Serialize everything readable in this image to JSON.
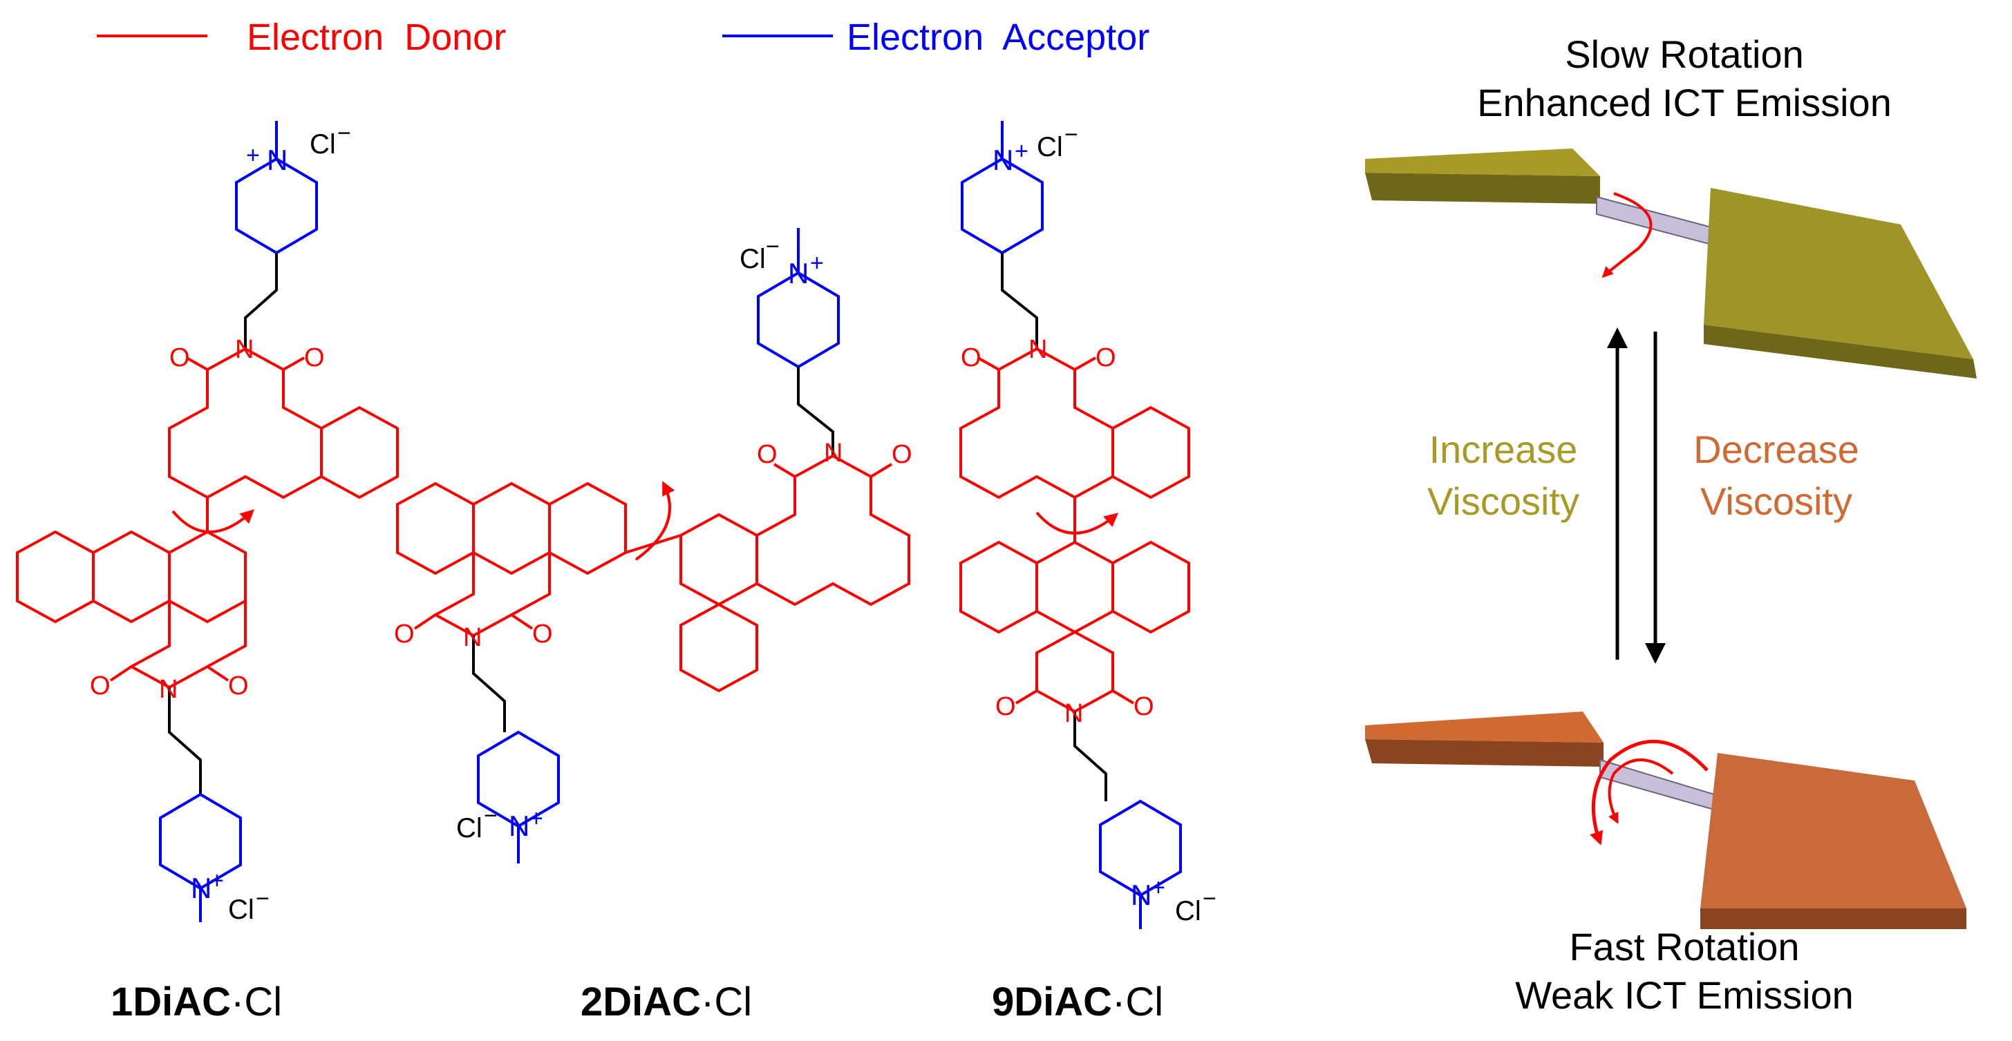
{
  "legend": {
    "donor": {
      "label": "Electron  Donor",
      "color": "#ff0000"
    },
    "acceptor": {
      "label": "Electron  Acceptor",
      "color": "#0000ff"
    }
  },
  "atoms": {
    "nitrogen": "N",
    "oxygen": "O",
    "chloride": "Cl",
    "plus": "+",
    "minus": "−"
  },
  "compounds": [
    {
      "bold": "1DiAC",
      "suffix": "·Cl"
    },
    {
      "bold": "2DiAC",
      "suffix": "·Cl"
    },
    {
      "bold": "9DiAC",
      "suffix": "·Cl"
    }
  ],
  "scheme": {
    "top_line1": "Slow Rotation",
    "top_line2": "Enhanced ICT Emission",
    "bottom_line1": "Fast Rotation",
    "bottom_line2": "Weak ICT Emission",
    "increase_line1": "Increase",
    "increase_line2": "Viscosity",
    "decrease_line1": "Decrease",
    "decrease_line2": "Viscosity"
  },
  "colors": {
    "donor": "#ff0000",
    "acceptor": "#0000ff",
    "bond": "#000000",
    "rotation_arrow": "#ff0000",
    "increase_text": "#a89a26",
    "decrease_text": "#d06a33",
    "olive_plate": "#9e9428",
    "copper_plate": "#c86a3c",
    "axle": "#c8c0d8"
  }
}
